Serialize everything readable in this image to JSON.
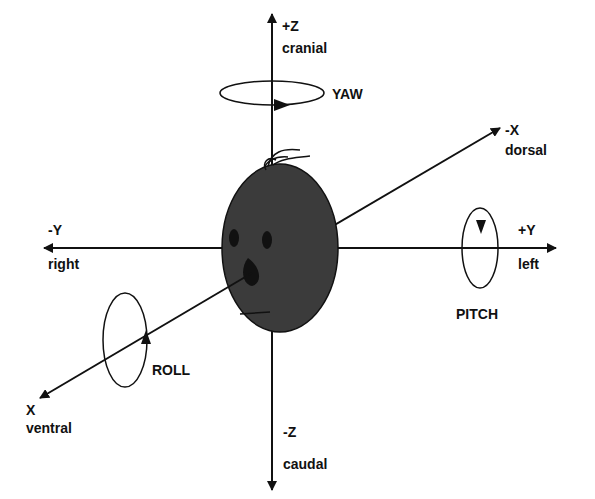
{
  "diagram": {
    "labels": [
      "+Z",
      "cranial",
      "YAW",
      "-X",
      "dorsal",
      "-Y",
      "right",
      "+Y",
      "left",
      "PITCH",
      "X",
      "ventral",
      "ROLL",
      "-Z",
      "caudal"
    ]
  }
}
